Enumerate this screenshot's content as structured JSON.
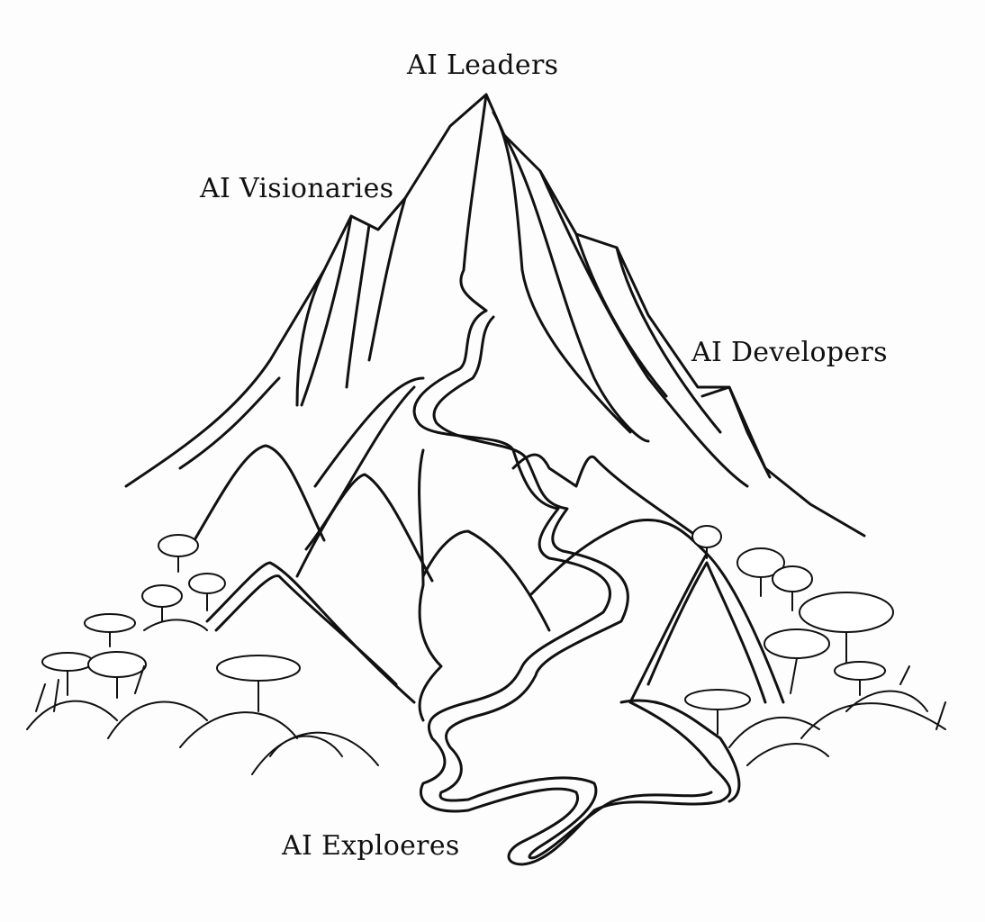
{
  "labels": {
    "leaders": "AI Leaders",
    "visionaries": "AI Visionaries",
    "developers": "AI Developers",
    "explorers": "AI Exploeres"
  },
  "colors": {
    "ink": "#111111",
    "background": "#fdfdfd"
  }
}
